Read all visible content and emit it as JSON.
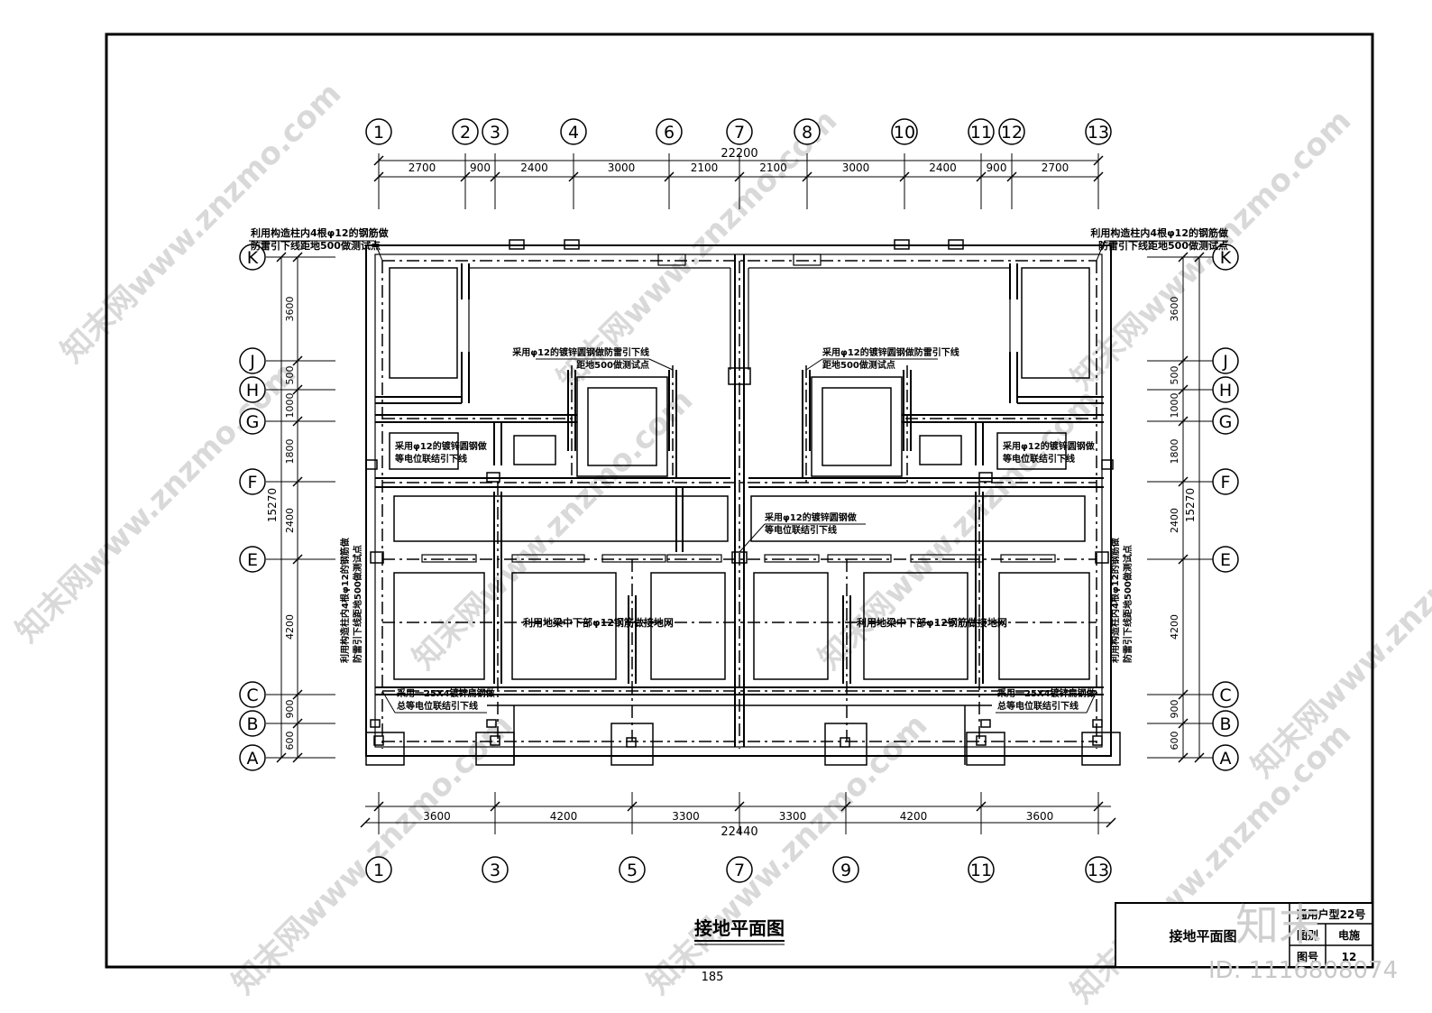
{
  "axes_top": [
    "1",
    "2",
    "3",
    "4",
    "6",
    "7",
    "8",
    "10",
    "11",
    "12",
    "13"
  ],
  "axes_bottom": [
    "1",
    "3",
    "5",
    "7",
    "9",
    "11",
    "13"
  ],
  "axes_rows": [
    "K",
    "J",
    "H",
    "G",
    "F",
    "E",
    "C",
    "B",
    "A"
  ],
  "dims_top": [
    "2700",
    "900",
    "2400",
    "3000",
    "2100",
    "2100",
    "3000",
    "2400",
    "900",
    "2700"
  ],
  "dim_top_total": "22200",
  "dims_bottom": [
    "3600",
    "4200",
    "3300",
    "3300",
    "4200",
    "3600"
  ],
  "dim_bottom_total": "22440",
  "dims_left": [
    "3600",
    "500",
    "1000",
    "1800",
    "2400",
    "4200",
    "900",
    "600"
  ],
  "dim_left_total": "15270",
  "dims_right": [
    "3600",
    "500",
    "1000",
    "1800",
    "2400",
    "4200",
    "900",
    "600"
  ],
  "dim_right_total": "15270",
  "notes": {
    "corner_top_left": [
      "利用构造柱内4根φ12的钢筋做",
      "防雷引下线距地500做测试点"
    ],
    "corner_top_right": [
      "利用构造柱内4根φ12的钢筋做",
      "防雷引下线距地500做测试点"
    ],
    "inner_top_left": [
      "采用φ12的镀锌圆钢做防雷引下线",
      "距地500做测试点"
    ],
    "inner_top_right": [
      "采用φ12的镀锌圆钢做防雷引下线",
      "距地500做测试点"
    ],
    "stair_left": [
      "采用φ12的镀锌圆钢做",
      "等电位联结引下线"
    ],
    "stair_right": [
      "采用φ12的镀锌圆钢做",
      "等电位联结引下线"
    ],
    "center": [
      "采用φ12的镀锌圆钢做",
      "等电位联结引下线"
    ],
    "side_left": [
      "利用构造柱内4根φ12的钢筋做",
      "防雷引下线距地500做测试点"
    ],
    "side_right": [
      "利用构造柱内4根φ12的钢筋做",
      "防雷引下线距地500做测试点"
    ],
    "beam_left": "利用地梁中下部φ12钢筋做接地网",
    "beam_right": "利用地梁中下部φ12钢筋做接地网",
    "flat_left": [
      "采用一25X4镀锌扁钢做",
      "总等电位联结引下线"
    ],
    "flat_right": [
      "采用一25X4镀锌扁钢做",
      "总等电位联结引下线"
    ]
  },
  "drawing_title": "接地平面图",
  "title_block": {
    "drawing_name": "接地平面图",
    "project": "通用户型22号",
    "label_category": "图别",
    "category": "电施",
    "label_number": "图号",
    "number": "12"
  },
  "page_number": "185",
  "watermark": {
    "brand": "知末",
    "site": "知末网www.znzmo.com",
    "id": "ID: 1116808074"
  }
}
